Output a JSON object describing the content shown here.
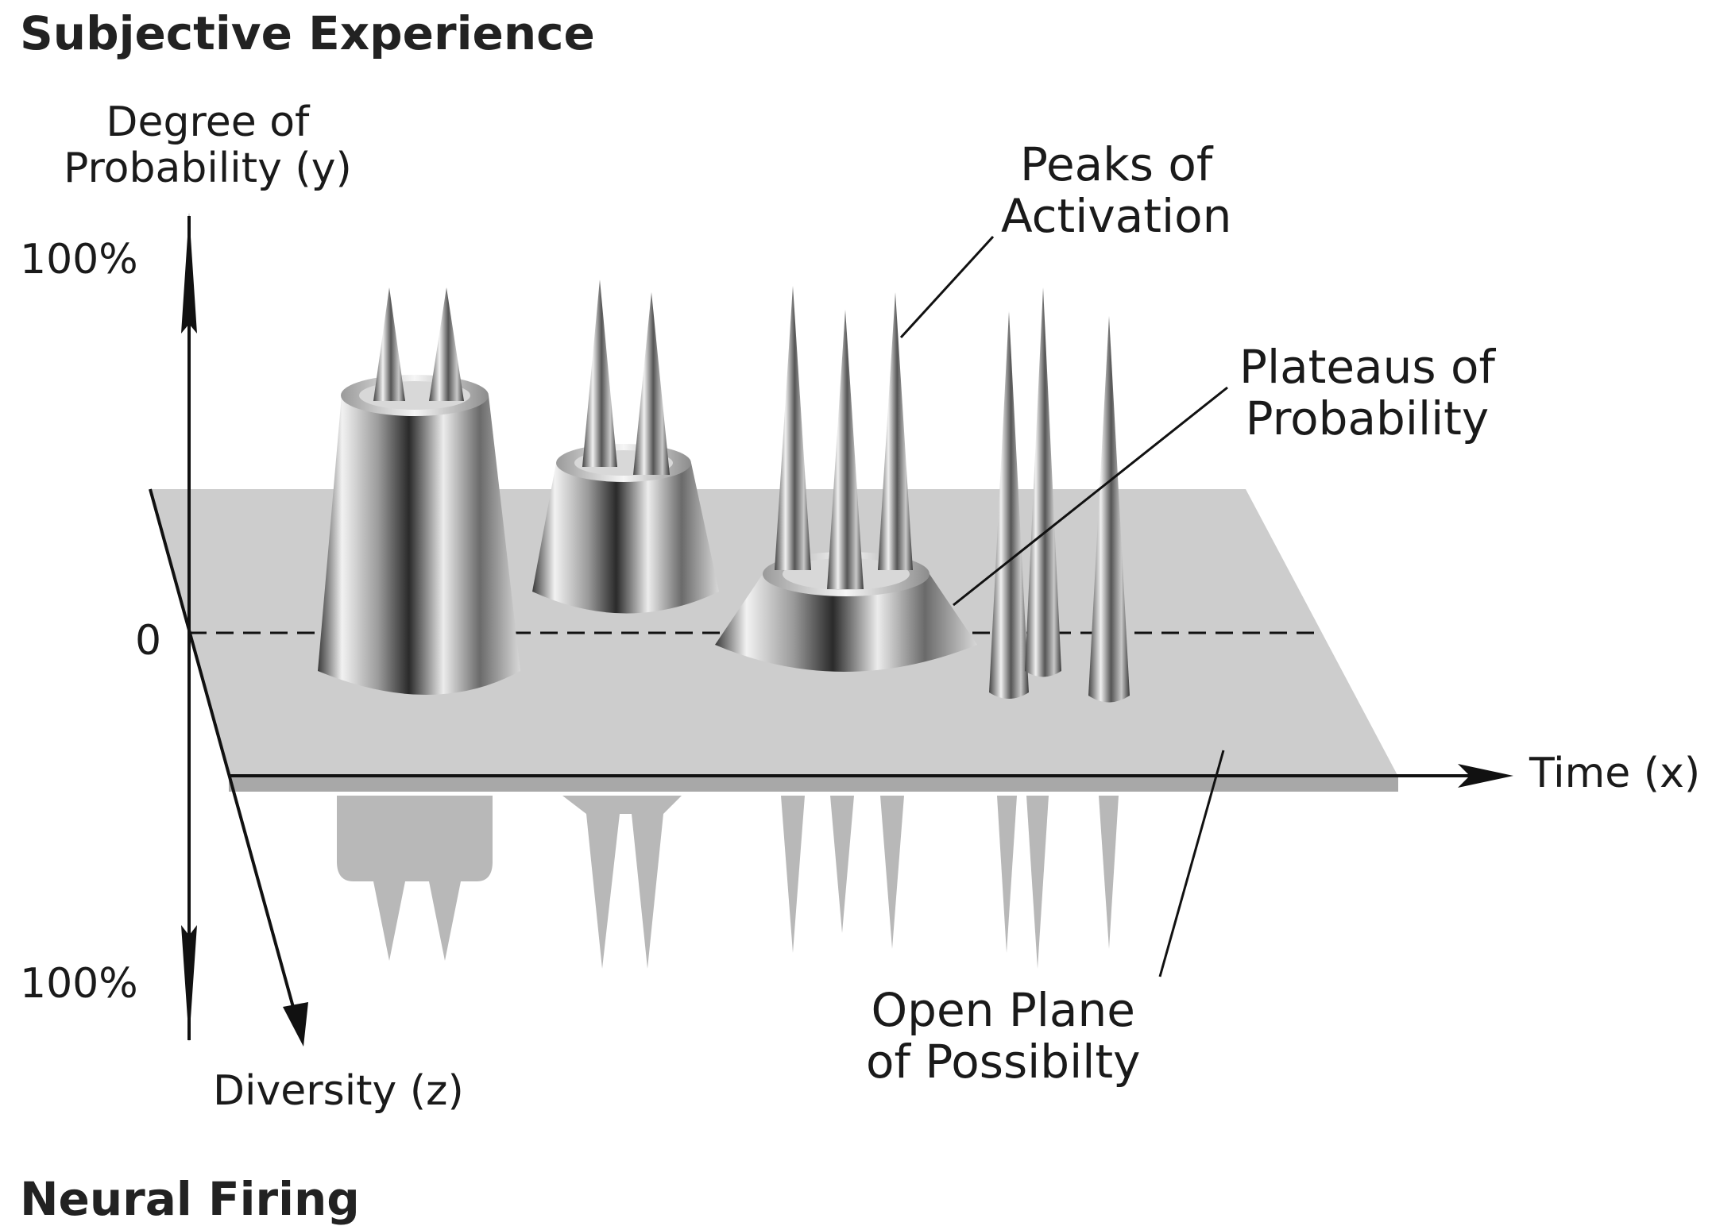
{
  "title_top": "Subjective Experience",
  "title_bottom": "Neural Firing",
  "axes": {
    "y_label": "Degree of\nProbability (y)",
    "y_top_tick": "100%",
    "y_zero_tick": "0",
    "y_bottom_tick": "100%",
    "x_label": "Time (x)",
    "z_label": "Diversity (z)"
  },
  "callouts": {
    "peaks": "Peaks of\nActivation",
    "plateaus": "Plateaus of\nProbability",
    "plane": "Open Plane\nof Possibilty"
  },
  "colors": {
    "plane": "#cdcdcd",
    "plane_edge": "#9a9a9a",
    "shadow": "#b8b8b8",
    "metal_dark": "#2a2a2a",
    "metal_light": "#f2f2f2",
    "text": "#1a1a1a"
  }
}
